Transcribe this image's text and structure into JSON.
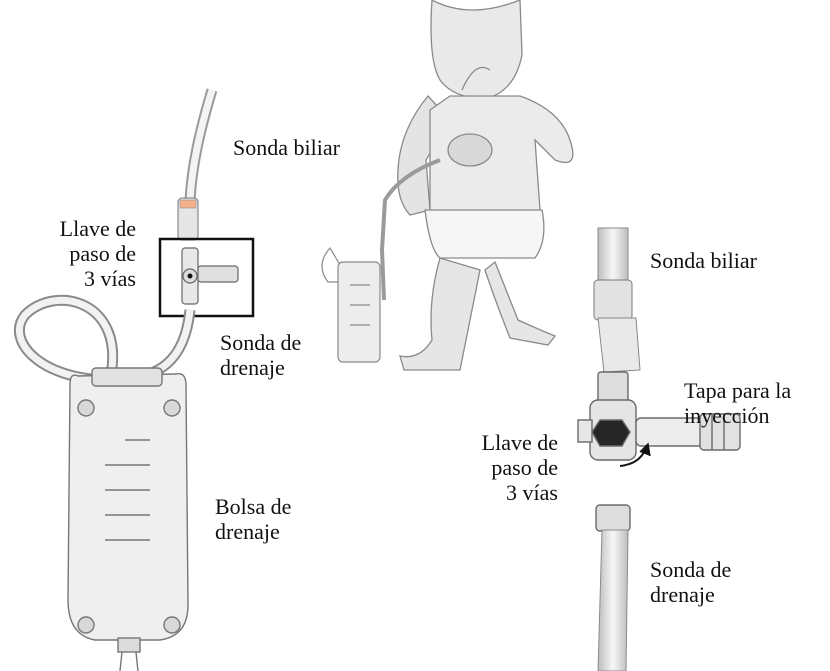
{
  "labels": {
    "left_llave": [
      "Llave de",
      "paso de",
      "3 vías"
    ],
    "left_sonda_biliar": "Sonda biliar",
    "left_sonda_drenaje": [
      "Sonda de",
      "drenaje"
    ],
    "left_bolsa": [
      "Bolsa de",
      "drenaje"
    ],
    "right_sonda_biliar": "Sonda biliar",
    "right_tapa": [
      "Tapa para la",
      "inyección"
    ],
    "right_llave": [
      "Llave de",
      "paso de",
      "3 vías"
    ],
    "right_sonda_drenaje": [
      "Sonda de",
      "drenaje"
    ]
  },
  "colors": {
    "line": "#6f6f6f",
    "fill_light": "#eeeeee",
    "fill_mid": "#d9d9d9",
    "fill_dark": "#262626",
    "frame": "#111111"
  }
}
